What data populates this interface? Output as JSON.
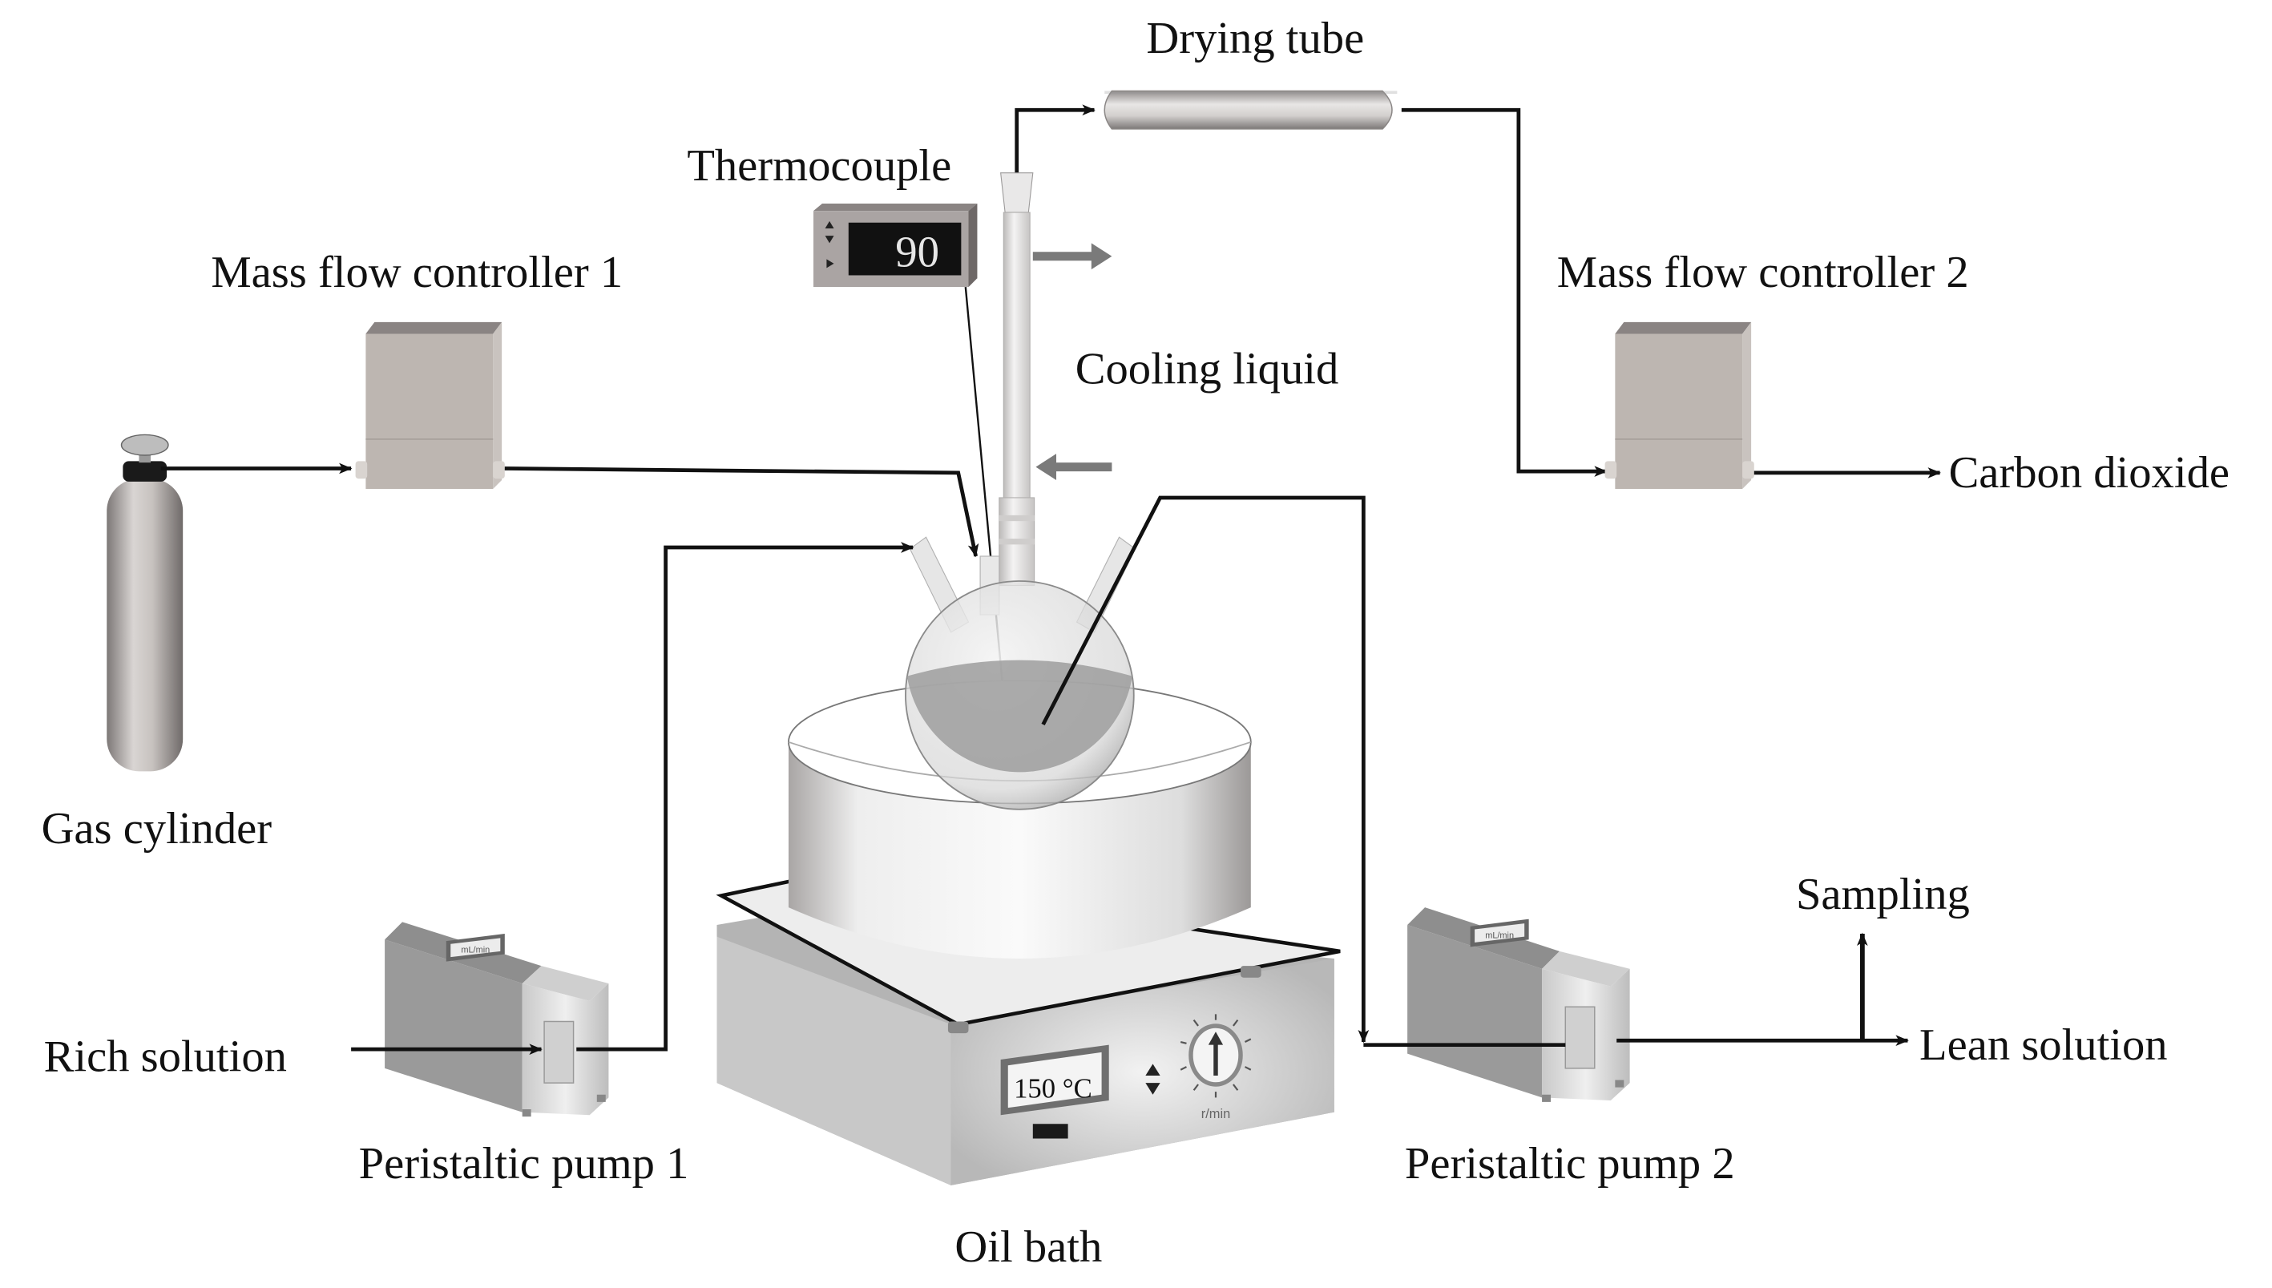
{
  "figure": {
    "type": "experimental apparatus schematic",
    "labels": {
      "drying_tube": "Drying tube",
      "thermocouple": "Thermocouple",
      "mass_flow_controller_1": "Mass flow controller 1",
      "mass_flow_controller_2": "Mass flow controller 2",
      "cooling_liquid": "Cooling liquid",
      "carbon_dioxide": "Carbon dioxide",
      "gas_cylinder": "Gas cylinder",
      "sampling": "Sampling",
      "rich_solution": "Rich solution",
      "lean_solution": "Lean solution",
      "peristaltic_pump_1": "Peristaltic pump 1",
      "peristaltic_pump_2": "Peristaltic pump 2",
      "oil_bath": "Oil bath"
    },
    "thermocouple_display": "90",
    "oil_bath_display": "150 °C",
    "oil_bath_dial_unit": "r/min",
    "pump_display_unit": "mL/min",
    "colors": {
      "background": "#ffffff",
      "pipe": "#111111",
      "equipment_gray": "#bdb6b1",
      "cooling_arrow": "#7a7a7a",
      "display_bg": "#111111"
    }
  }
}
